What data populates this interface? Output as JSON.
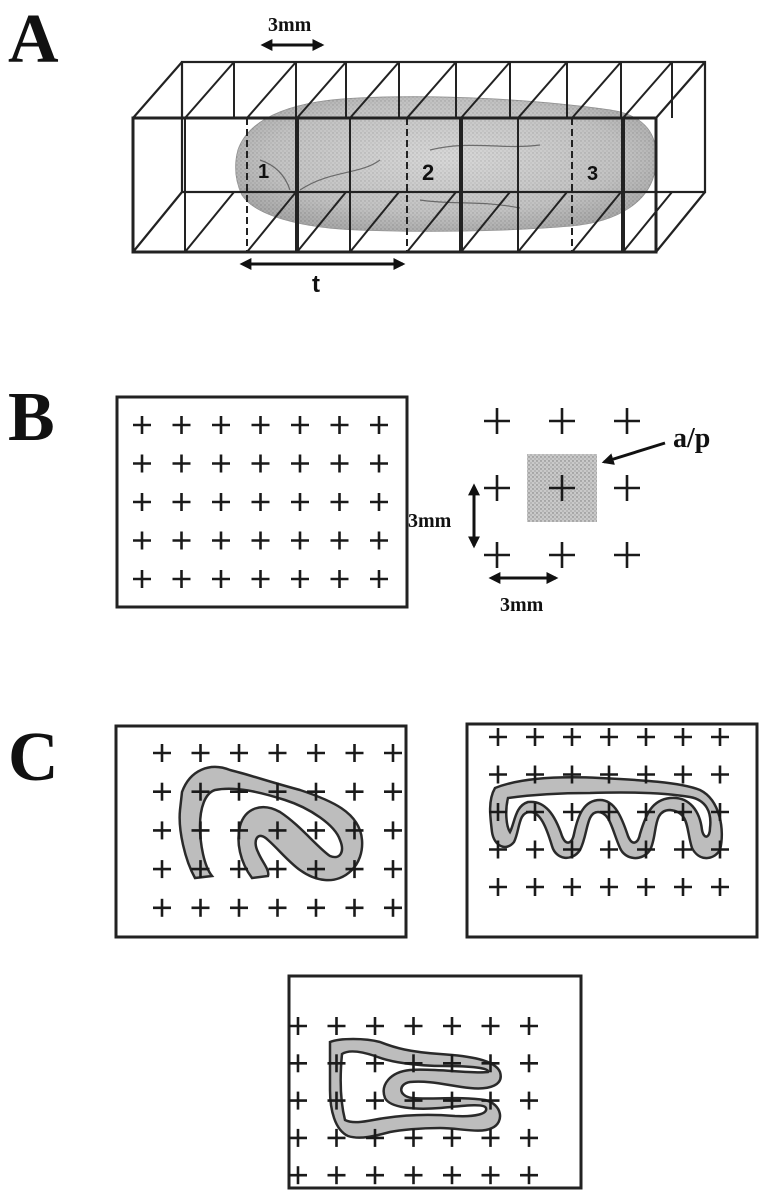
{
  "panels": {
    "a": {
      "letter": "A",
      "spacing_label": "3mm",
      "thickness_label": "t",
      "section_labels": [
        "1",
        "2",
        "3"
      ]
    },
    "b": {
      "letter": "B",
      "vertical_spacing_label": "3mm",
      "horizontal_spacing_label": "3mm",
      "area_label": "a/p",
      "grid": {
        "rows": 5,
        "cols": 7
      }
    },
    "c": {
      "letter": "C",
      "section_count": 3
    }
  },
  "colors": {
    "ink": "#222222",
    "tissue_fill": "#bdbdbd",
    "area_fill": "#bcbcbc"
  }
}
